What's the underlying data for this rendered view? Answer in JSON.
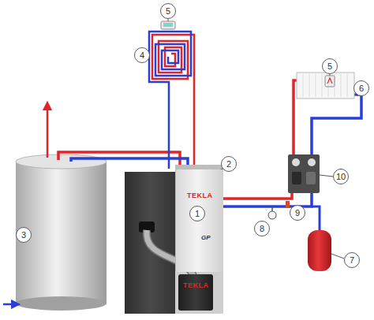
{
  "diagram": {
    "nodes": [
      {
        "text": [
          "5"
        ]
      },
      {
        "text": [
          "4"
        ]
      },
      {
        "text": [
          "5"
        ]
      },
      {
        "text": [
          "6"
        ]
      },
      {
        "text": [
          "2"
        ]
      },
      {
        "text": [
          "TEKLA",
          "GP"
        ]
      },
      {
        "text": [
          "1"
        ],
        "in": 5
      },
      {
        "text": [
          "3"
        ]
      },
      {
        "text": [
          "10"
        ]
      },
      {
        "text": [
          "9"
        ]
      },
      {
        "text": [
          "8"
        ]
      },
      {
        "text": [
          "7"
        ]
      },
      {
        "text": [
          "TEKLA"
        ]
      }
    ]
  }
}
